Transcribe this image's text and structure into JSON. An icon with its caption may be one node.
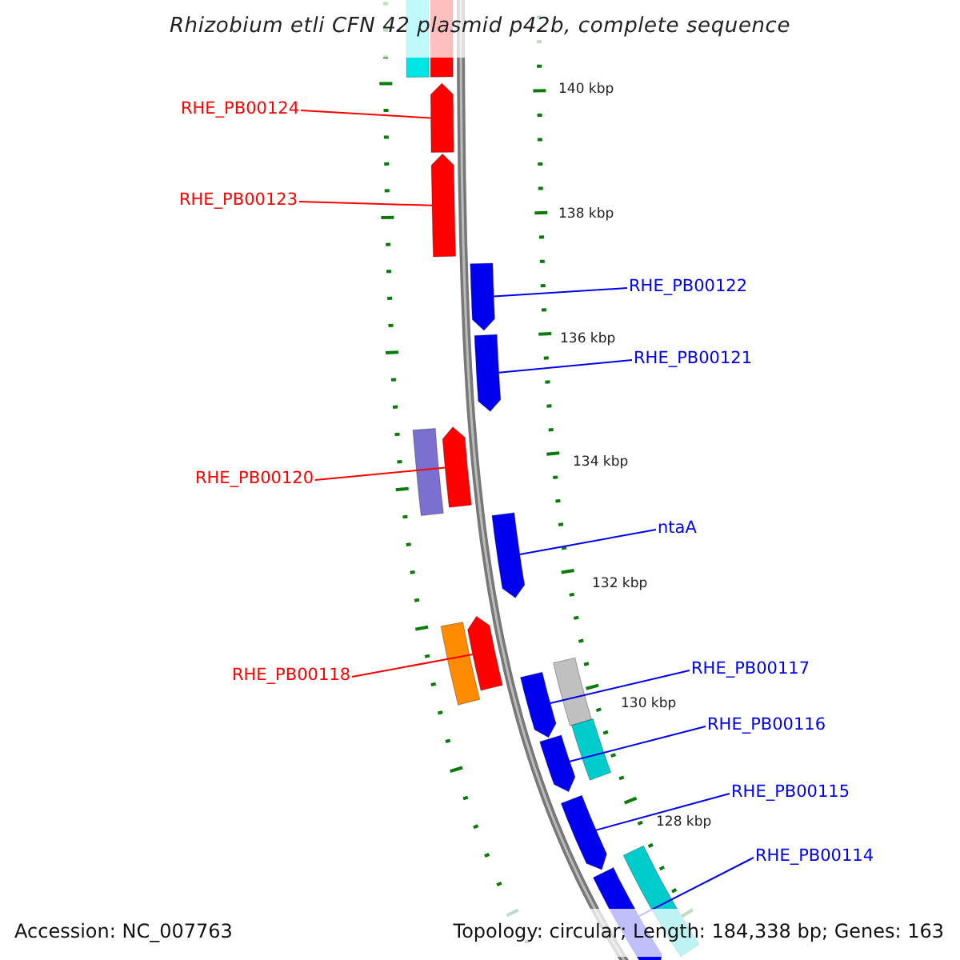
{
  "diagram": {
    "title": "Rhizobium etli CFN 42 plasmid p42b, complete sequence",
    "nodes": [
      {
        "text": [
          "RHE_PB00124"
        ]
      },
      {
        "text": [
          "RHE_PB00123"
        ]
      },
      {
        "text": [
          "RHE_PB00122"
        ]
      },
      {
        "text": [
          "RHE_PB00121"
        ]
      },
      {
        "text": [
          "RHE_PB00120"
        ]
      },
      {
        "text": [
          "ntaA"
        ]
      },
      {
        "text": [
          "RHE_PB00118"
        ]
      },
      {
        "text": [
          "RHE_PB00117"
        ]
      },
      {
        "text": [
          "RHE_PB00116"
        ]
      },
      {
        "text": [
          "RHE_PB00115"
        ]
      },
      {
        "text": [
          "RHE_PB00114"
        ]
      },
      {
        "text": [],
        "shape": "arrow"
      },
      {
        "text": [],
        "shape": "arrow"
      },
      {
        "text": [],
        "shape": "arrow"
      },
      {
        "text": [],
        "shape": "arrow"
      },
      {
        "text": [],
        "shape": "arrow"
      },
      {
        "text": [],
        "shape": "arrow"
      },
      {
        "text": [],
        "shape": "arrow"
      },
      {
        "text": [],
        "shape": "arrow"
      },
      {
        "text": [],
        "shape": "arrow"
      },
      {
        "text": [],
        "shape": "arrow"
      },
      {
        "text": [],
        "shape": "arrow"
      },
      {
        "text": [],
        "shape": "bar"
      },
      {
        "text": [],
        "shape": "bar"
      },
      {
        "text": [],
        "shape": "bar"
      },
      {
        "text": [],
        "shape": "bar"
      },
      {
        "text": [],
        "shape": "bar"
      },
      {
        "text": [],
        "shape": "bar"
      },
      {
        "text": [],
        "shape": "bar"
      }
    ],
    "edges": [
      {
        "from": 0,
        "to": 11,
        "arrow": "none",
        "color": "#ff0000"
      },
      {
        "from": 1,
        "to": 12,
        "arrow": "none",
        "color": "#ff0000"
      },
      {
        "from": 2,
        "to": 13,
        "arrow": "none"
      },
      {
        "from": 3,
        "to": 14,
        "arrow": "none"
      },
      {
        "from": 4,
        "to": 15,
        "arrow": "none",
        "color": "#ff0000"
      },
      {
        "from": 5,
        "to": 16,
        "arrow": "none"
      },
      {
        "from": 6,
        "to": 17,
        "arrow": "none",
        "color": "#ff0000"
      },
      {
        "from": 7,
        "to": 18,
        "arrow": "none"
      },
      {
        "from": 8,
        "to": 19,
        "arrow": "none"
      },
      {
        "from": 9,
        "to": 20,
        "arrow": "none"
      },
      {
        "from": 10,
        "to": 21,
        "arrow": "none"
      }
    ],
    "labels": [
      "140 kbp",
      "138 kbp",
      "136 kbp",
      "134 kbp",
      "132 kbp",
      "130 kbp",
      "128 kbp",
      "Accession: NC_007763",
      "Topology: circular; Length: 184,338 bp; Genes: 163"
    ]
  }
}
